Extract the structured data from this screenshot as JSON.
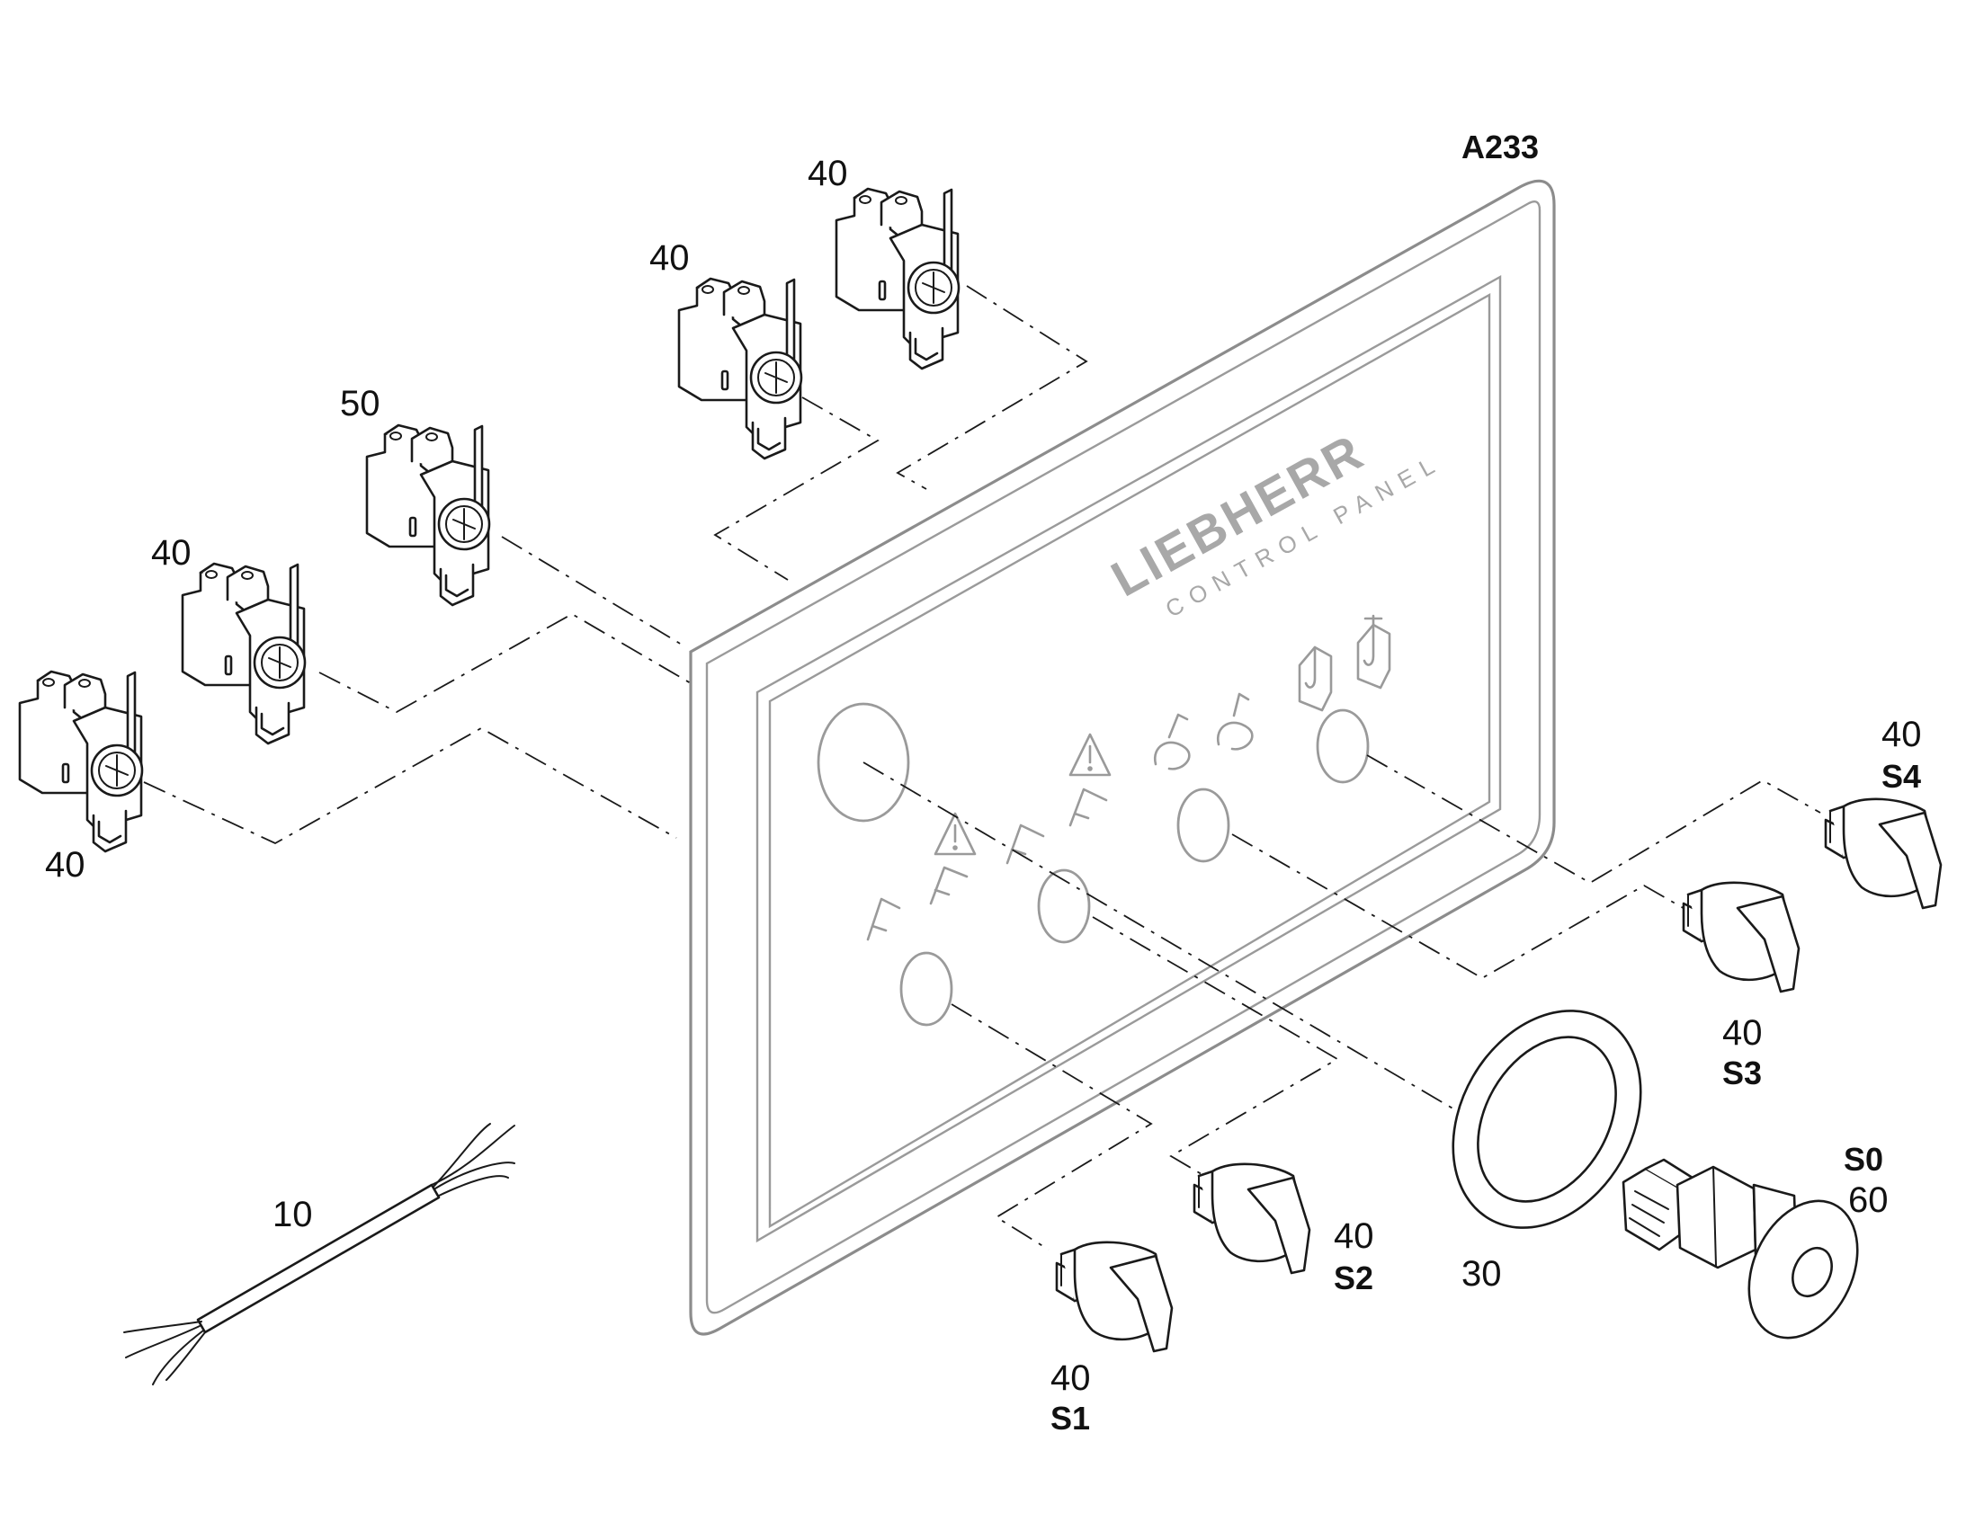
{
  "assembly": {
    "id": "A233",
    "brand": "LIEBHERR",
    "subtitle": "CONTROL PANEL"
  },
  "callouts": {
    "contact_top_right": "40",
    "contact_top_left": "40",
    "contact_middle": "50",
    "contact_left_upper": "40",
    "contact_left_lower": "40",
    "cable": "10",
    "ring": "30",
    "stop_button_item": "60",
    "stop_button_ref": "S0",
    "knob_s1_item": "40",
    "knob_s1_ref": "S1",
    "knob_s2_item": "40",
    "knob_s2_ref": "S2",
    "knob_s3_item": "40",
    "knob_s3_ref": "S3",
    "knob_s4_item": "40",
    "knob_s4_ref": "S4"
  },
  "icons": [
    "warning-triangle-icon",
    "boom-icon",
    "bucket-icon",
    "hook-icon"
  ]
}
